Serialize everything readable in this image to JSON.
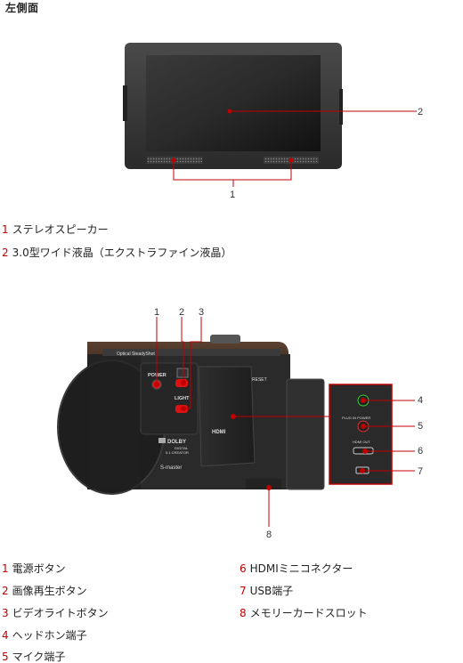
{
  "title": "左側面",
  "figure1": {
    "callouts": [
      "1",
      "2"
    ],
    "legend": [
      {
        "num": "1",
        "label": "ステレオスピーカー"
      },
      {
        "num": "2",
        "label": "3.0型ワイド液晶（エクストラファイン液晶）"
      }
    ]
  },
  "figure2": {
    "callouts": [
      "1",
      "2",
      "3",
      "4",
      "5",
      "6",
      "7",
      "8"
    ],
    "device_labels": {
      "steady": "Optical SteadyShot",
      "power": "POWER",
      "light": "LIGHT",
      "reset": "RESET",
      "hdmi": "HDMI",
      "dolby": "DOLBY",
      "dolby_sub1": "DIGITAL",
      "dolby_sub2": "5.1 CREATOR",
      "smaster": "S-master",
      "plug": "PLUG IN POWER",
      "hdmi_out": "HDMI OUT"
    },
    "legend_left": [
      {
        "num": "1",
        "label": "電源ボタン"
      },
      {
        "num": "2",
        "label": "画像再生ボタン"
      },
      {
        "num": "3",
        "label": "ビデオライトボタン"
      },
      {
        "num": "4",
        "label": "ヘッドホン端子"
      },
      {
        "num": "5",
        "label": "マイク端子"
      }
    ],
    "legend_right": [
      {
        "num": "6",
        "label": "HDMIミニコネクター"
      },
      {
        "num": "7",
        "label": "USB端子"
      },
      {
        "num": "8",
        "label": "メモリーカードスロット"
      }
    ]
  },
  "colors": {
    "accent": "#c00000",
    "device_dark": "#2b2b2b",
    "device_body": "#3a2a22"
  }
}
